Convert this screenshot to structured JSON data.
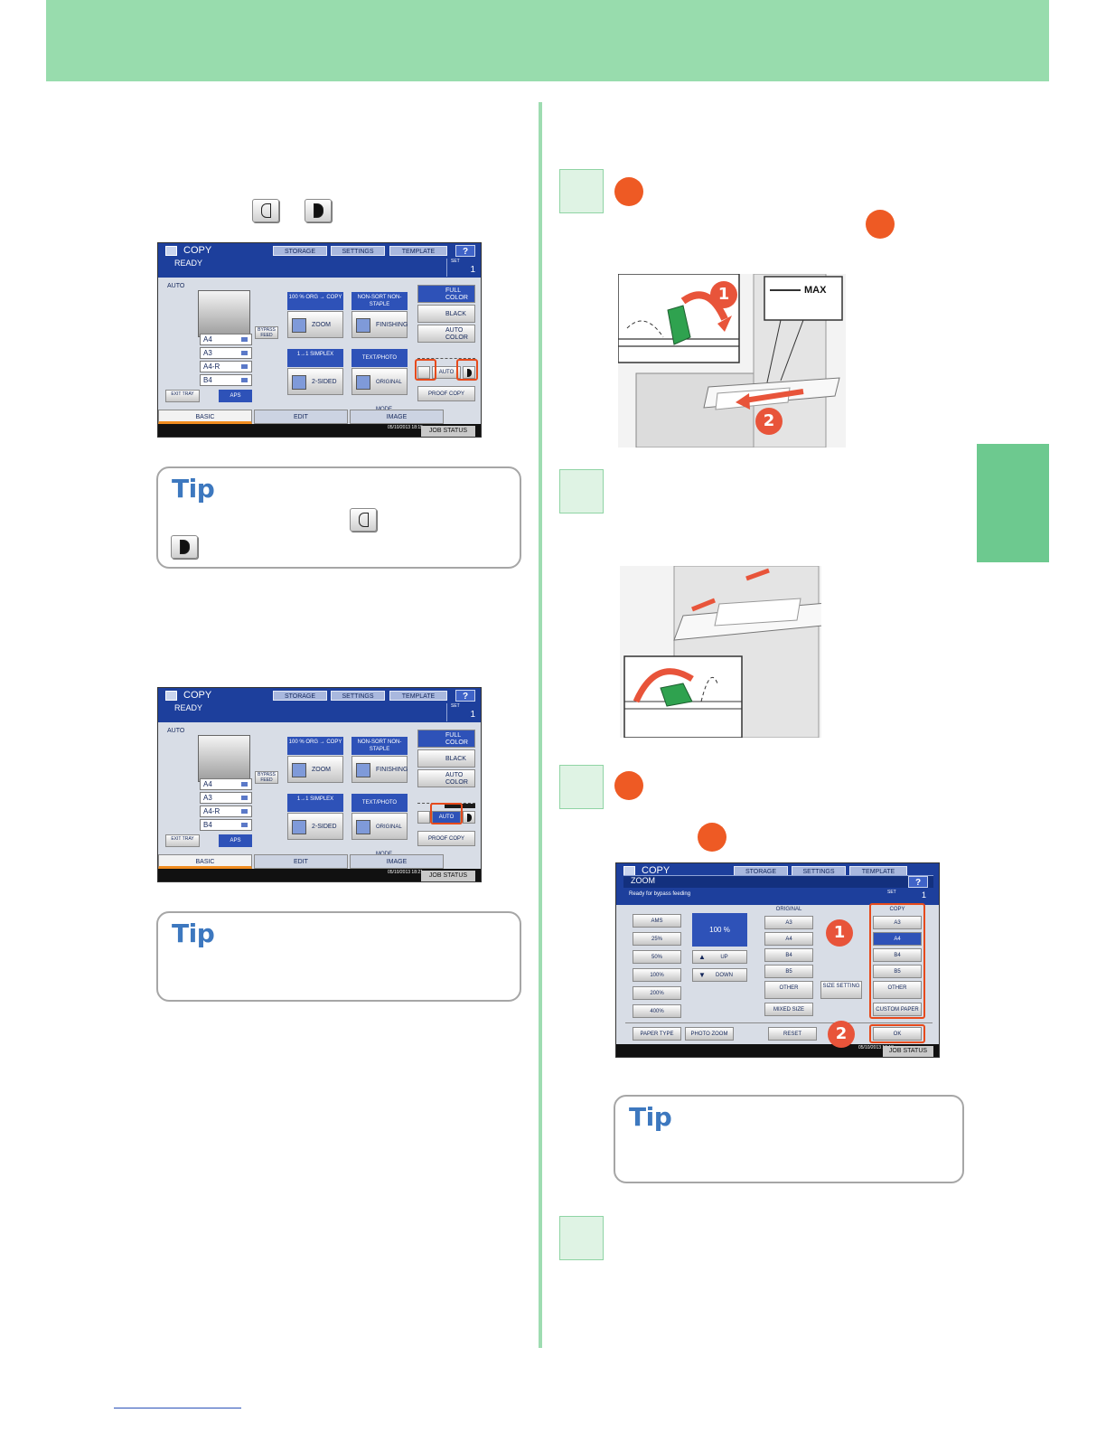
{
  "screen1": {
    "title": "COPY",
    "status": "READY",
    "tabs": [
      "STORAGE",
      "SETTINGS",
      "TEMPLATE"
    ],
    "help": "?",
    "set_label": "SET",
    "set_count": "1",
    "auto_label": "AUTO",
    "trays": [
      "A4",
      "A3",
      "A4-R",
      "B4"
    ],
    "bypass_label": "BYPASS FEED",
    "exit_tray_label": "EXIT TRAY",
    "aps_label": "APS",
    "zoom_head": "100 % ORG → COPY",
    "zoom_btn": "ZOOM",
    "finishing_head": "NON-SORT NON-STAPLE",
    "finishing_btn": "FINISHING",
    "sided_head": "1→1 SIMPLEX",
    "sided_btn": "2-SIDED",
    "mode_head": "TEXT/PHOTO",
    "mode_btn": "ORIGINAL MODE",
    "color_btns": [
      "FULL COLOR",
      "BLACK",
      "AUTO COLOR"
    ],
    "density_auto": "AUTO",
    "proof_copy": "PROOF COPY",
    "bottom_tabs": [
      "BASIC",
      "EDIT",
      "IMAGE"
    ],
    "datetime": "05/10/2013 18:15",
    "job_status": "JOB STATUS"
  },
  "screen2": {
    "title": "COPY",
    "status": "READY",
    "set_label": "SET",
    "set_count": "1",
    "datetime": "05/10/2013 18:21",
    "job_status": "JOB STATUS"
  },
  "zoom_screen": {
    "title": "COPY",
    "subtitle": "ZOOM",
    "tabs": [
      "STORAGE",
      "SETTINGS",
      "TEMPLATE"
    ],
    "help": "?",
    "message": "Ready for bypass feeding",
    "set_label": "SET",
    "set_count": "1",
    "ratio_btns": [
      "AMS",
      "25%",
      "50%",
      "100%",
      "200%",
      "400%"
    ],
    "display": "100 %",
    "up": "UP",
    "down": "DOWN",
    "original_label": "ORIGINAL",
    "original_btns": [
      "A3",
      "A4",
      "B4",
      "B5",
      "OTHER",
      "MIXED SIZE"
    ],
    "size_setting": "SIZE SETTING",
    "copy_label": "COPY",
    "copy_btns": [
      "A3",
      "A4",
      "B4",
      "B5",
      "OTHER",
      "CUSTOM PAPER"
    ],
    "paper_type": "PAPER TYPE",
    "photo_zoom": "PHOTO ZOOM",
    "reset": "RESET",
    "ok": "OK",
    "datetime": "05/10/2013 18:18",
    "job_status": "JOB STATUS"
  },
  "tips": [
    "Tip",
    "Tip",
    "Tip"
  ],
  "illustration": {
    "max_label": "MAX",
    "badge_1": "1",
    "badge_2": "2"
  },
  "colors": {
    "header_band": "#98dcad",
    "side_tab": "#6dc98f",
    "tip_label": "#3d78bf",
    "callout": "#ee5a24",
    "screen_blue": "#1d3f9c"
  }
}
